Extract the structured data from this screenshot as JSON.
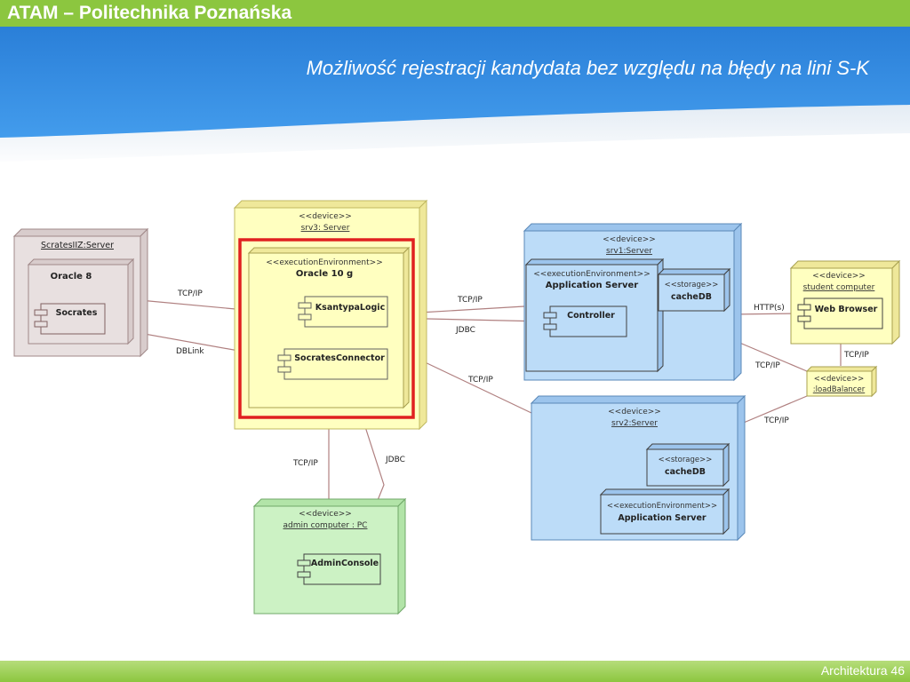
{
  "header": {
    "brand": "ATAM – Politechnika Poznańska",
    "subtitle": "Możliwość rejestracji kandydata bez względu na błędy na lini S-K"
  },
  "footer": {
    "page_label": "Architektura 46"
  },
  "colors": {
    "green_bar": "#8cc63f",
    "header_blue": "#2f8ee6",
    "node_yellow": "#ffffc0",
    "node_blue": "#bcdcf8",
    "node_green": "#ccf2c4",
    "node_gray": "#e8e0e0",
    "highlight_red": "#e02020",
    "line_brown": "#b08080"
  },
  "diagram": {
    "nodes": {
      "scrates": {
        "title": "ScratesIIZ:Server"
      },
      "oracle8": {
        "title": "Oracle 8"
      },
      "socrates": {
        "title": "Socrates"
      },
      "srv3": {
        "stereotype": "<<device>>",
        "title": "srv3: Server"
      },
      "oracle10": {
        "stereotype": "<<executionEnvironment>>",
        "title": "Oracle 10 g"
      },
      "ksantypa": {
        "title": "KsantypaLogic"
      },
      "socconn": {
        "title": "SocratesConnector"
      },
      "srv1": {
        "stereotype": "<<device>>",
        "title": "srv1:Server"
      },
      "appserver1": {
        "stereotype": "<<executionEnvironment>>",
        "title": "Application Server"
      },
      "storage1": {
        "stereotype": "<<storage>>",
        "title": "cacheDB"
      },
      "controller": {
        "title": "Controller"
      },
      "student": {
        "stereotype": "<<device>>",
        "title": "student computer"
      },
      "browser": {
        "title": "Web Browser"
      },
      "lb": {
        "stereotype": "<<device>>",
        "title": ":loadBalancer"
      },
      "srv2": {
        "stereotype": "<<device>>",
        "title": "srv2:Server"
      },
      "storage2": {
        "stereotype": "<<storage>>",
        "title": "cacheDB"
      },
      "appserver2": {
        "stereotype": "<<executionEnvironment>>",
        "title": "Application Server"
      },
      "admin": {
        "stereotype": "<<device>>",
        "title": "admin computer : PC"
      },
      "console": {
        "title": "AdminConsole"
      }
    },
    "links": {
      "tcp_scrates_srv3": "TCP/IP",
      "dblink": "DBLink",
      "tcp_srv3_srv1": "TCP/IP",
      "jdbc_srv3_srv1": "JDBC",
      "tcp_srv3_srv2": "TCP/IP",
      "http_browser": "HTTP(s)",
      "tcp_srv1_lb": "TCP/IP",
      "tcp_student_lb": "TCP/IP",
      "tcp_srv2_lb": "TCP/IP",
      "tcp_admin": "TCP/IP",
      "jdbc_admin": "JDBC"
    }
  }
}
